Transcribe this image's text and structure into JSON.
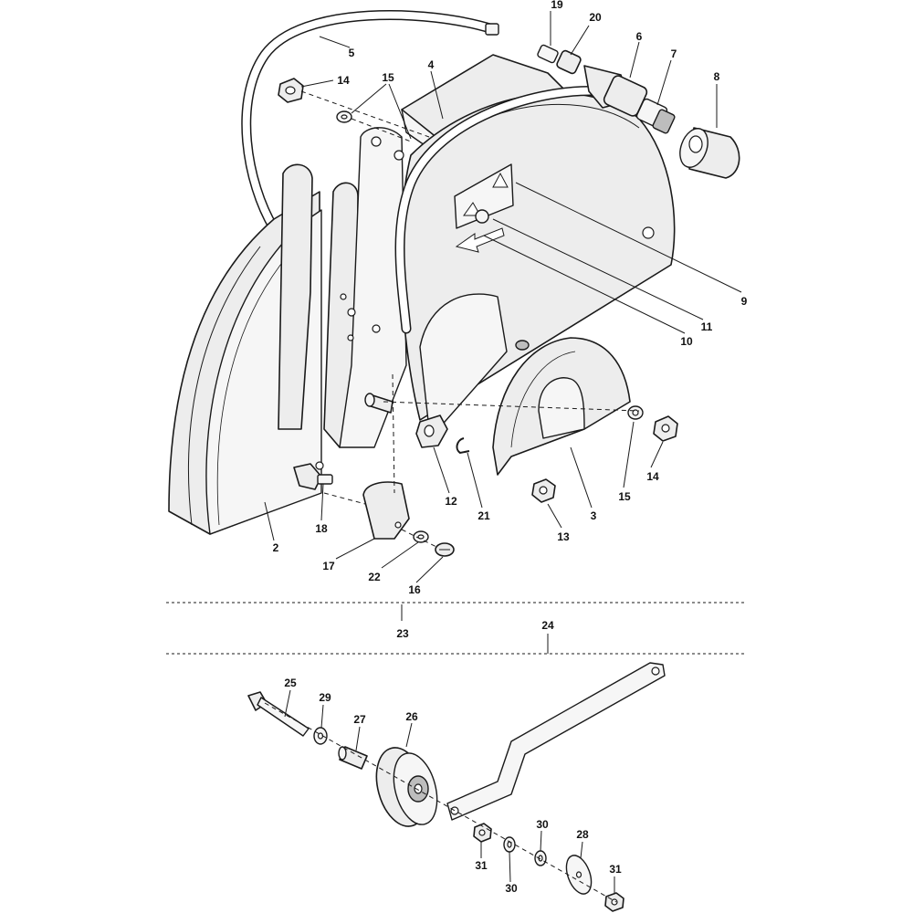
{
  "callouts": [
    {
      "id": "1",
      "text": "19"
    },
    {
      "id": "2",
      "text": "20"
    },
    {
      "id": "3",
      "text": "6"
    },
    {
      "id": "4",
      "text": "7"
    },
    {
      "id": "5",
      "text": "8"
    },
    {
      "id": "6",
      "text": "5"
    },
    {
      "id": "7",
      "text": "14"
    },
    {
      "id": "8",
      "text": "15"
    },
    {
      "id": "9",
      "text": "4"
    },
    {
      "id": "10",
      "text": "9"
    },
    {
      "id": "11",
      "text": "11"
    },
    {
      "id": "12",
      "text": "10"
    },
    {
      "id": "13",
      "text": "12"
    },
    {
      "id": "14",
      "text": "21"
    },
    {
      "id": "15",
      "text": "13"
    },
    {
      "id": "16",
      "text": "3"
    },
    {
      "id": "17",
      "text": "15"
    },
    {
      "id": "18",
      "text": "14"
    },
    {
      "id": "19",
      "text": "18"
    },
    {
      "id": "20",
      "text": "2"
    },
    {
      "id": "21",
      "text": "17"
    },
    {
      "id": "22",
      "text": "22"
    },
    {
      "id": "23",
      "text": "16"
    },
    {
      "id": "24",
      "text": "23"
    },
    {
      "id": "25",
      "text": "24"
    },
    {
      "id": "26",
      "text": "25"
    },
    {
      "id": "27",
      "text": "29"
    },
    {
      "id": "28",
      "text": "27"
    },
    {
      "id": "29",
      "text": "26"
    },
    {
      "id": "30",
      "text": "31"
    },
    {
      "id": "31",
      "text": "30"
    },
    {
      "id": "32",
      "text": "30"
    },
    {
      "id": "33",
      "text": "28"
    },
    {
      "id": "34",
      "text": "31"
    }
  ],
  "colors": {
    "line": "#1a1a1a",
    "fill": "#ededed",
    "background": "#ffffff"
  },
  "icons": [
    "warning-triangle-icon",
    "direction-arrow-icon"
  ]
}
